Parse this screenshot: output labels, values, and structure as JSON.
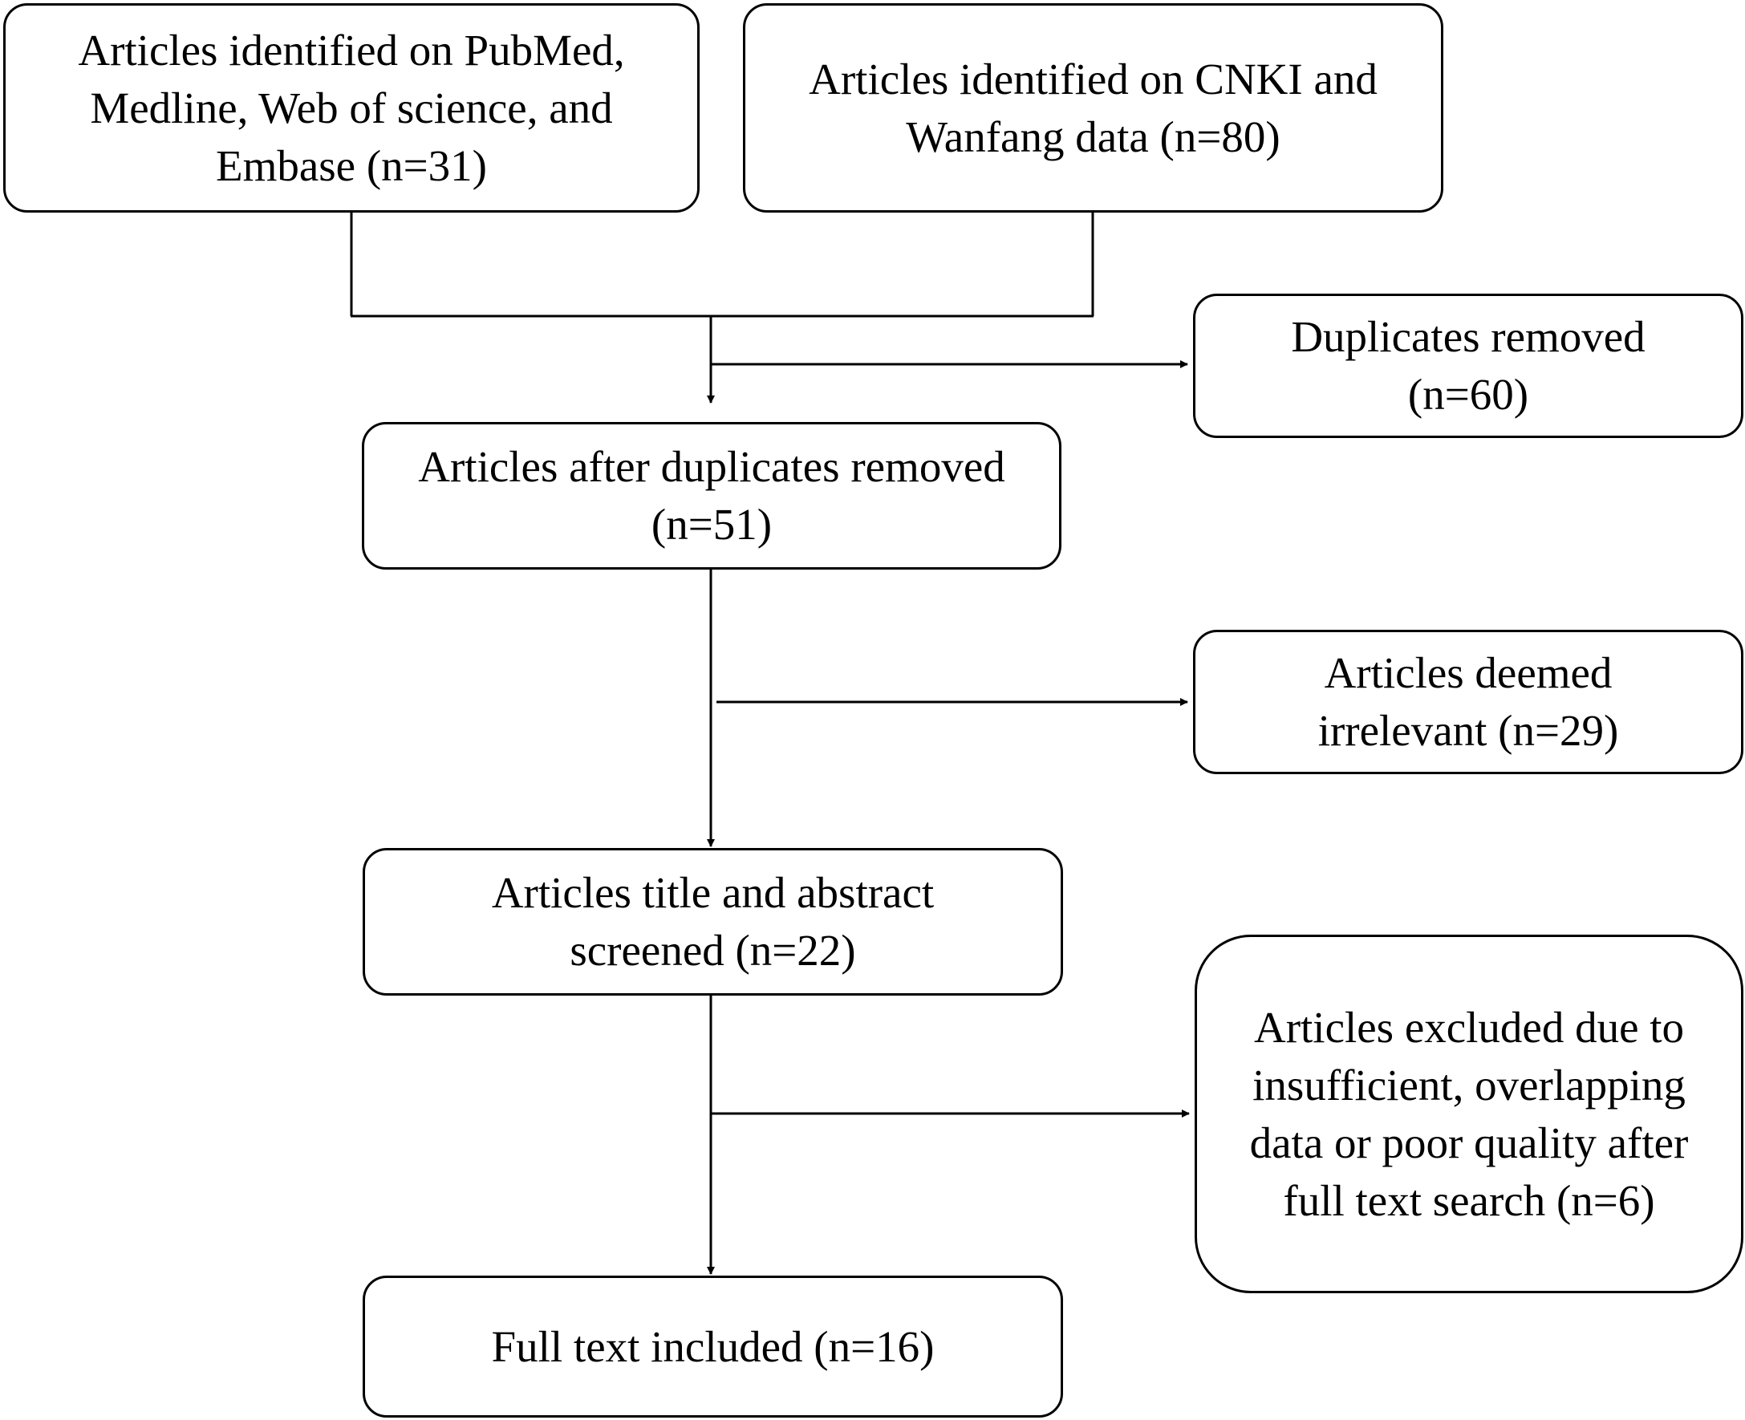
{
  "flowchart": {
    "source_pubmed": {
      "lines": [
        "Articles identified on PubMed,",
        "Medline, Web of science, and",
        "Embase (n=31)"
      ]
    },
    "source_cnki": {
      "lines": [
        "Articles identified on CNKI and",
        "Wanfang data (n=80)"
      ]
    },
    "duplicates_removed": {
      "lines": [
        "Duplicates removed",
        "(n=60)"
      ]
    },
    "after_duplicates": {
      "lines": [
        "Articles after duplicates removed",
        "(n=51)"
      ]
    },
    "irrelevant": {
      "lines": [
        "Articles deemed",
        "irrelevant (n=29)"
      ]
    },
    "screened": {
      "lines": [
        "Articles title and abstract",
        "screened (n=22)"
      ]
    },
    "excluded": {
      "lines": [
        "Articles excluded due to",
        "insufficient, overlapping",
        "data or poor quality after",
        "full text search (n=6)"
      ]
    },
    "included": {
      "lines": [
        "Full text included (n=16)"
      ]
    }
  }
}
